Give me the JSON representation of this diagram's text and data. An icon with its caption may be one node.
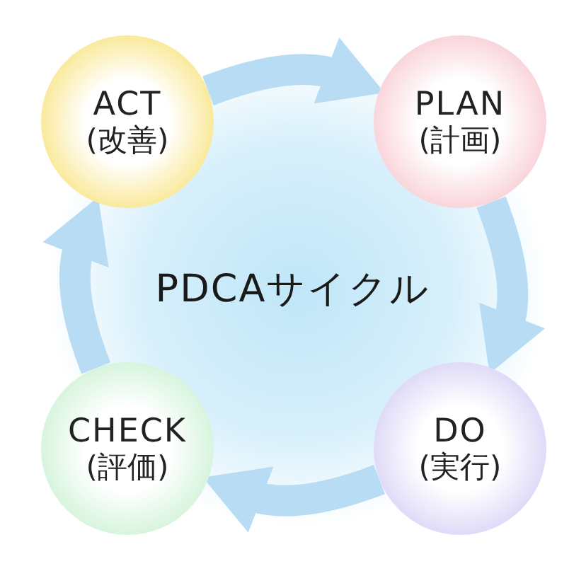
{
  "diagram": {
    "title": "PDCAサイクル",
    "nodes": [
      {
        "text": [
          "ACT",
          "(改善)"
        ]
      },
      {
        "text": [
          "PLAN",
          "(計画)"
        ]
      },
      {
        "text": [
          "CHECK",
          "(評価)"
        ]
      },
      {
        "text": [
          "DO",
          "(実行)"
        ]
      }
    ],
    "edges": [
      {
        "from": 0,
        "to": 1,
        "arrow": "to"
      },
      {
        "from": 1,
        "to": 3,
        "arrow": "to"
      },
      {
        "from": 3,
        "to": 2,
        "arrow": "to"
      },
      {
        "from": 2,
        "to": 0,
        "arrow": "to"
      }
    ]
  }
}
